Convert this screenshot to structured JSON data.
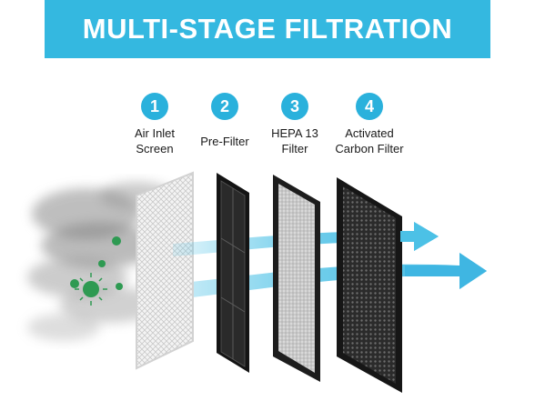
{
  "header": {
    "title": "MULTI-STAGE FILTRATION"
  },
  "colors": {
    "banner": "#34b8e0",
    "badge": "#2ab1dc",
    "arrow": "#4cc1e6",
    "germ": "#2e9a52"
  },
  "stages": [
    {
      "number": "1",
      "label": "Air Inlet\nScreen",
      "icon": "mesh-screen"
    },
    {
      "number": "2",
      "label": "Pre-Filter",
      "icon": "pre-filter-panel"
    },
    {
      "number": "3",
      "label": "HEPA 13\nFilter",
      "icon": "hepa-panel"
    },
    {
      "number": "4",
      "label": "Activated\nCarbon Filter",
      "icon": "carbon-panel"
    }
  ]
}
